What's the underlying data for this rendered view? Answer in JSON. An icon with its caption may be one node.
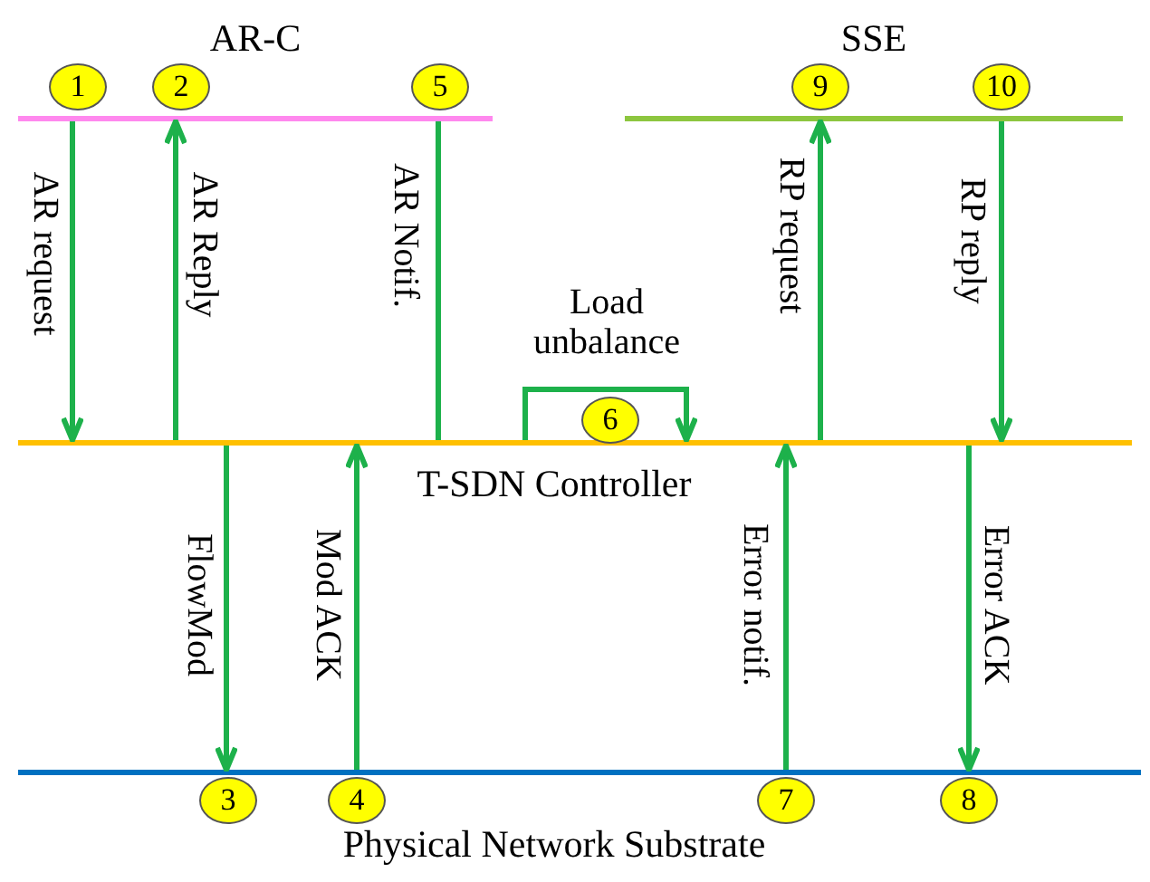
{
  "diagram": {
    "nodes": [
      {
        "text": [
          "AR-C"
        ]
      },
      {
        "text": [
          "SSE"
        ]
      },
      {
        "text": [
          "T-SDN Controller"
        ]
      },
      {
        "text": [
          "Physical Network Substrate"
        ]
      },
      {
        "text": [
          "1"
        ]
      },
      {
        "text": [
          "2"
        ]
      },
      {
        "text": [
          "3"
        ]
      },
      {
        "text": [
          "4"
        ]
      },
      {
        "text": [
          "5"
        ]
      },
      {
        "text": [
          "6"
        ]
      },
      {
        "text": [
          "7"
        ]
      },
      {
        "text": [
          "8"
        ]
      },
      {
        "text": [
          "9"
        ]
      },
      {
        "text": [
          "10"
        ]
      }
    ],
    "edges": [
      {
        "from": 0,
        "to": 2,
        "arrow": "to",
        "label": "AR request"
      },
      {
        "from": 2,
        "to": 0,
        "arrow": "to",
        "label": "AR Reply"
      },
      {
        "from": 0,
        "to": 2,
        "arrow": "none",
        "label": "AR Notif."
      },
      {
        "from": 2,
        "to": 2,
        "arrow": "to",
        "label": "Load unbalance"
      },
      {
        "from": 2,
        "to": 1,
        "arrow": "to",
        "label": "RP request"
      },
      {
        "from": 1,
        "to": 2,
        "arrow": "to",
        "label": "RP reply"
      },
      {
        "from": 2,
        "to": 3,
        "arrow": "to",
        "label": "FlowMod"
      },
      {
        "from": 3,
        "to": 2,
        "arrow": "to",
        "label": "Mod ACK"
      },
      {
        "from": 3,
        "to": 2,
        "arrow": "to",
        "label": "Error notif."
      },
      {
        "from": 2,
        "to": 3,
        "arrow": "to",
        "label": "Error ACK"
      }
    ]
  }
}
